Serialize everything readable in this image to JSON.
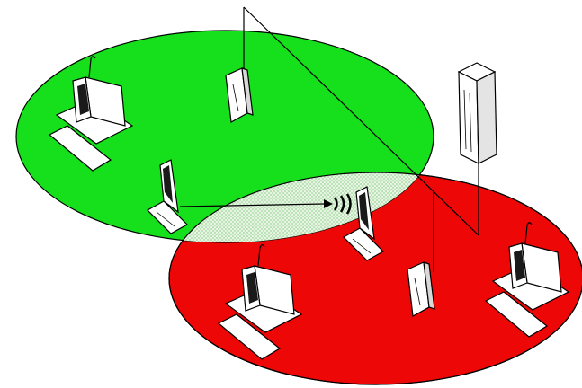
{
  "colors": {
    "cell_a": "#16e01b",
    "cell_b": "#ee0707",
    "overlap": "#e8f4e2",
    "overlap_dots": "#9bd69a",
    "outline": "#000000",
    "device_fill": "#ffffff",
    "screen_fill": "#1a1a1a"
  },
  "coverage_cells": [
    {
      "name": "coverage-cell-green",
      "color_key": "cell_a"
    },
    {
      "name": "coverage-cell-red",
      "color_key": "cell_b"
    }
  ],
  "devices": [
    {
      "name": "desktop-icon",
      "kind": "desktop",
      "cell": "green"
    },
    {
      "name": "laptop-icon",
      "kind": "laptop",
      "cell": "green"
    },
    {
      "name": "access-point-icon",
      "kind": "access-point",
      "cell": "green"
    },
    {
      "name": "roaming-laptop-icon",
      "kind": "laptop",
      "cell": "overlap"
    },
    {
      "name": "server-icon",
      "kind": "server",
      "cell": "wired"
    },
    {
      "name": "access-point-icon",
      "kind": "access-point",
      "cell": "red"
    },
    {
      "name": "desktop-icon",
      "kind": "desktop",
      "cell": "red"
    },
    {
      "name": "desktop-icon",
      "kind": "desktop",
      "cell": "red"
    }
  ],
  "roaming": {
    "from": "laptop-icon",
    "to": "roaming-laptop-icon",
    "signal_icon": "radio-waves-icon"
  }
}
